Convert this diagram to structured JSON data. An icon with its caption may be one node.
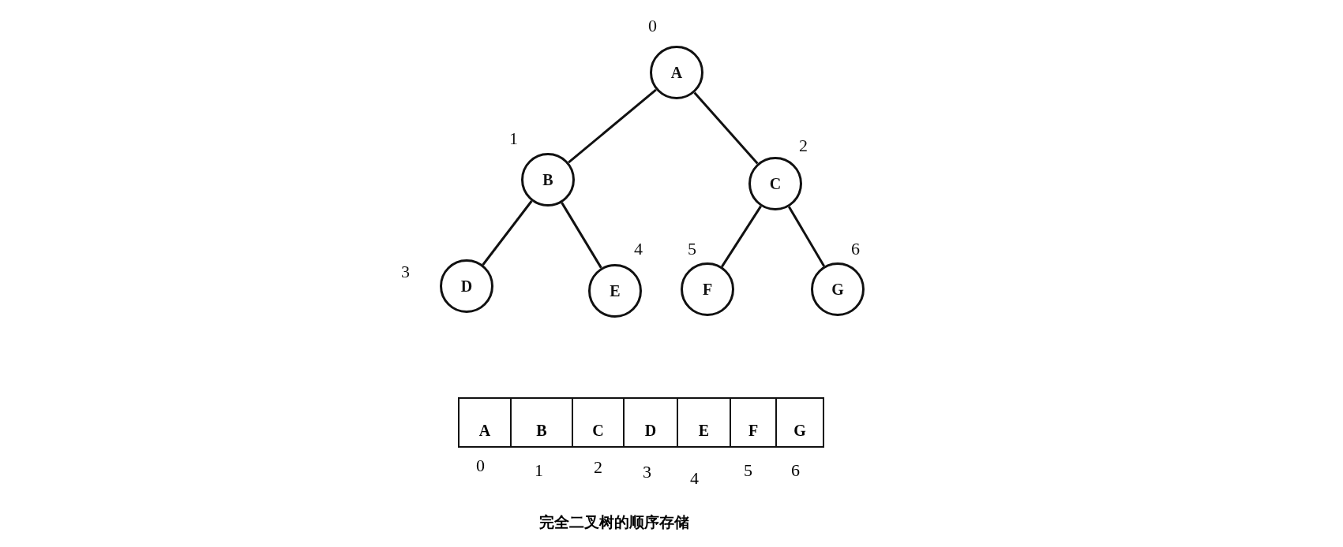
{
  "diagram": {
    "caption": "完全二叉树的顺序存储",
    "nodes": [
      {
        "text": [
          "A"
        ],
        "beside": [
          "0"
        ]
      },
      {
        "text": [
          "B"
        ],
        "beside": [
          "1"
        ]
      },
      {
        "text": [
          "C"
        ],
        "beside": [
          "2"
        ]
      },
      {
        "text": [
          "D"
        ],
        "beside": [
          "3"
        ]
      },
      {
        "text": [
          "E"
        ],
        "beside": [
          "4"
        ]
      },
      {
        "text": [
          "F"
        ],
        "beside": [
          "5"
        ]
      },
      {
        "text": [
          "G"
        ],
        "beside": [
          "6"
        ]
      }
    ],
    "edges": [
      {
        "from": 0,
        "to": 1,
        "arrow": "none"
      },
      {
        "from": 0,
        "to": 2,
        "arrow": "none"
      },
      {
        "from": 1,
        "to": 3,
        "arrow": "none"
      },
      {
        "from": 1,
        "to": 4,
        "arrow": "none"
      },
      {
        "from": 2,
        "to": 5,
        "arrow": "none"
      },
      {
        "from": 2,
        "to": 6,
        "arrow": "none"
      }
    ],
    "labels": [
      "A",
      "B",
      "C",
      "D",
      "E",
      "F",
      "G",
      "0",
      "1",
      "2",
      "3",
      "4",
      "5",
      "6"
    ]
  }
}
